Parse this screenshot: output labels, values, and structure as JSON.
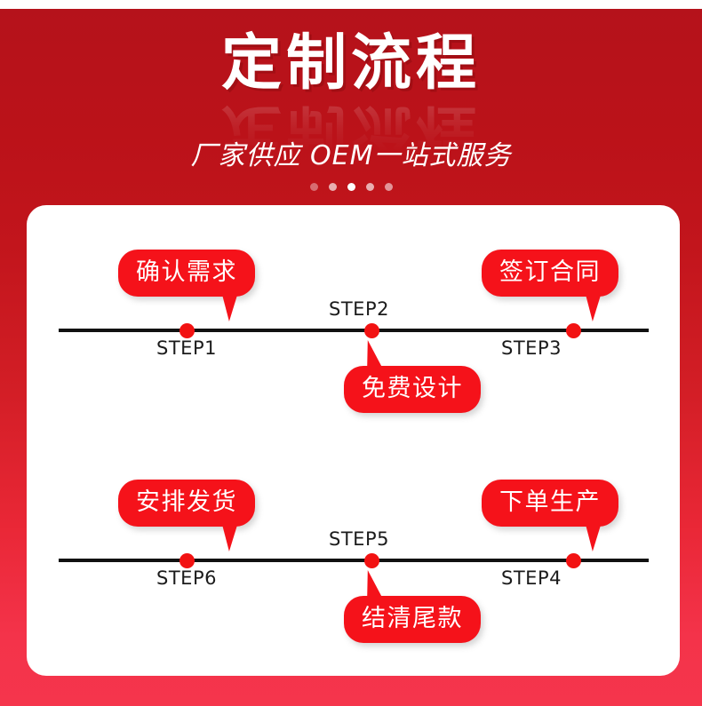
{
  "header": {
    "title": "定制流程",
    "subtitle": "厂家供应 OEM一站式服务",
    "dots_count": 5,
    "active_dot_index": 2
  },
  "theme": {
    "bg_top": "#b5121b",
    "bg_bottom": "#f5354c",
    "bubble_red": "#f5121a",
    "node_red": "#f21212",
    "axis_black": "#111111",
    "card_white": "#ffffff",
    "step_text": "#1b1b1b"
  },
  "rows": [
    {
      "name": "row-1",
      "steps": [
        {
          "step": "STEP1",
          "bubble": "确认需求",
          "bubble_side": "above",
          "label_side": "below",
          "x_pct": 22
        },
        {
          "step": "STEP2",
          "bubble": "免费设计",
          "bubble_side": "below",
          "label_side": "above",
          "x_pct": 57
        },
        {
          "step": "STEP3",
          "bubble": "签订合同",
          "bubble_side": "above",
          "label_side": "below",
          "x_pct": 92
        }
      ]
    },
    {
      "name": "row-2",
      "steps": [
        {
          "step": "STEP6",
          "bubble": "安排发货",
          "bubble_side": "above",
          "label_side": "below",
          "x_pct": 22
        },
        {
          "step": "STEP5",
          "bubble": "结清尾款",
          "bubble_side": "below",
          "label_side": "above",
          "x_pct": 57
        },
        {
          "step": "STEP4",
          "bubble": "下单生产",
          "bubble_side": "above",
          "label_side": "below",
          "x_pct": 92
        }
      ]
    }
  ]
}
